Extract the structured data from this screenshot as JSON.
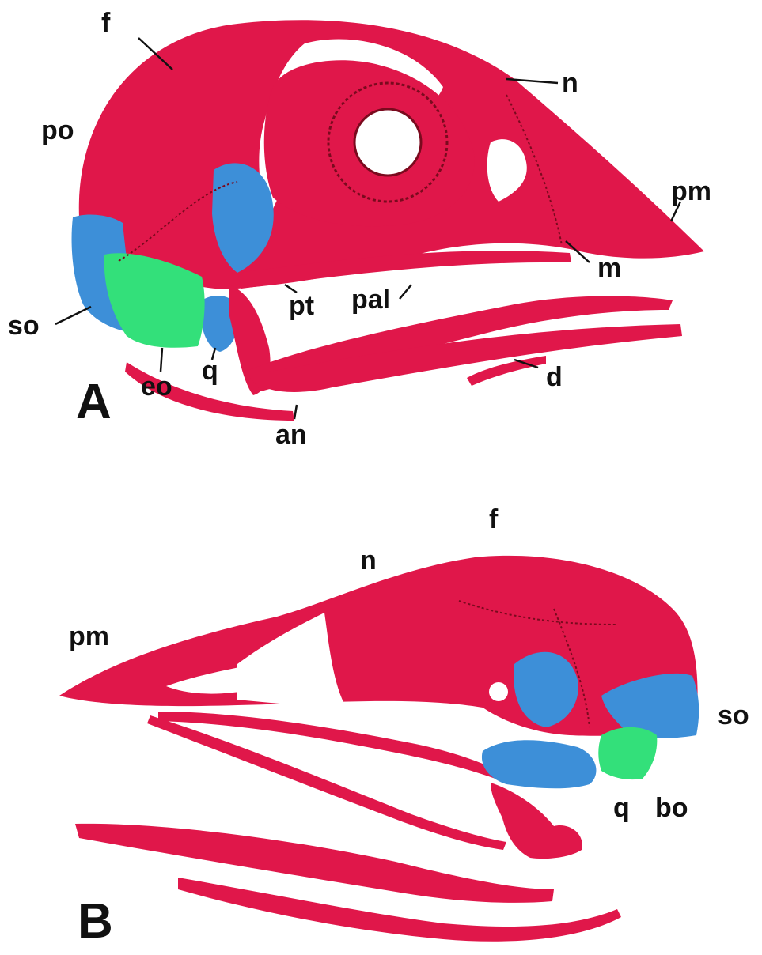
{
  "colors": {
    "bone": "#e0174a",
    "blue_region": "#3d8fd8",
    "green_region": "#33e07a",
    "background": "#ffffff",
    "label_text": "#111111"
  },
  "panels": [
    {
      "id": "A",
      "letter": "A",
      "labels": {
        "f": "f",
        "po": "po",
        "n": "n",
        "pm": "pm",
        "m": "m",
        "so": "so",
        "pt": "pt",
        "pal": "pal",
        "q": "q",
        "eo": "eo",
        "an": "an",
        "d": "d"
      }
    },
    {
      "id": "B",
      "letter": "B",
      "labels": {
        "f": "f",
        "n": "n",
        "pm": "pm",
        "so": "so",
        "q": "q",
        "bo": "bo"
      }
    }
  ]
}
